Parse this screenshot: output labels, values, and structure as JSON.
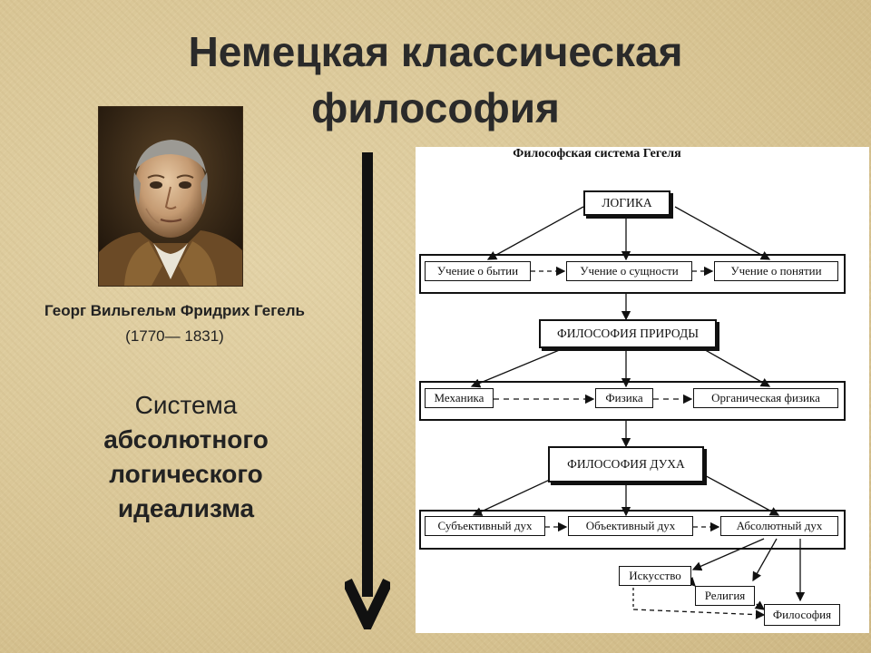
{
  "title_line1": "Немецкая классическая",
  "title_line2": "философия",
  "author": {
    "name": "Георг Вильгельм Фридрих Гегель",
    "years": "(1770— 1831)"
  },
  "system": {
    "line1": "Система",
    "line2": "абсолютного",
    "line3": "логического",
    "line4": "идеализма"
  },
  "diagram": {
    "title": "Философская система Гегеля",
    "logic": "ЛОГИКА",
    "logic_items": [
      "Учение о бытии",
      "Учение о сущности",
      "Учение о понятии"
    ],
    "nature": "ФИЛОСОФИЯ ПРИРОДЫ",
    "nature_items": [
      "Механика",
      "Физика",
      "Органическая физика"
    ],
    "spirit": "ФИЛОСОФИЯ ДУХА",
    "spirit_items": [
      "Субъективный дух",
      "Объективный дух",
      "Абсолютный дух"
    ],
    "absolute_items": [
      "Искусство",
      "Религия",
      "Философия"
    ]
  }
}
